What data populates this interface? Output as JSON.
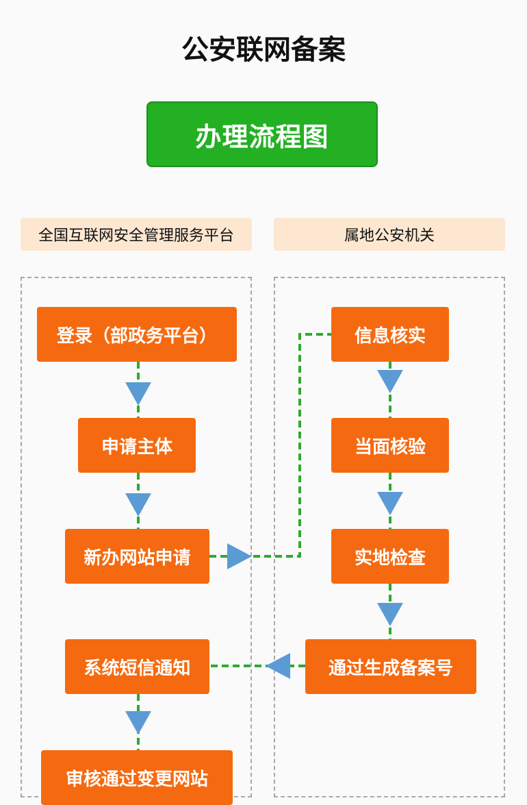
{
  "page": {
    "title": "公安联网备案",
    "banner": "办理流程图"
  },
  "lanes": {
    "left": "全国互联网安全管理服务平台",
    "right": "属地公安机关"
  },
  "nodes": {
    "login": "登录（部政务平台）",
    "subject": "申请主体",
    "new_site": "新办网站申请",
    "sms_notice": "系统短信通知",
    "change_site": "审核通过变更网站",
    "verify_info": "信息核实",
    "face_check": "当面核验",
    "site_check": "实地检查",
    "generate_no": "通过生成备案号"
  },
  "colors": {
    "node": "#f56a10",
    "banner": "#23b023",
    "lane_header": "#fde7d1",
    "connector_line": "#2eaa2e",
    "arrow": "#5b9bd5"
  }
}
